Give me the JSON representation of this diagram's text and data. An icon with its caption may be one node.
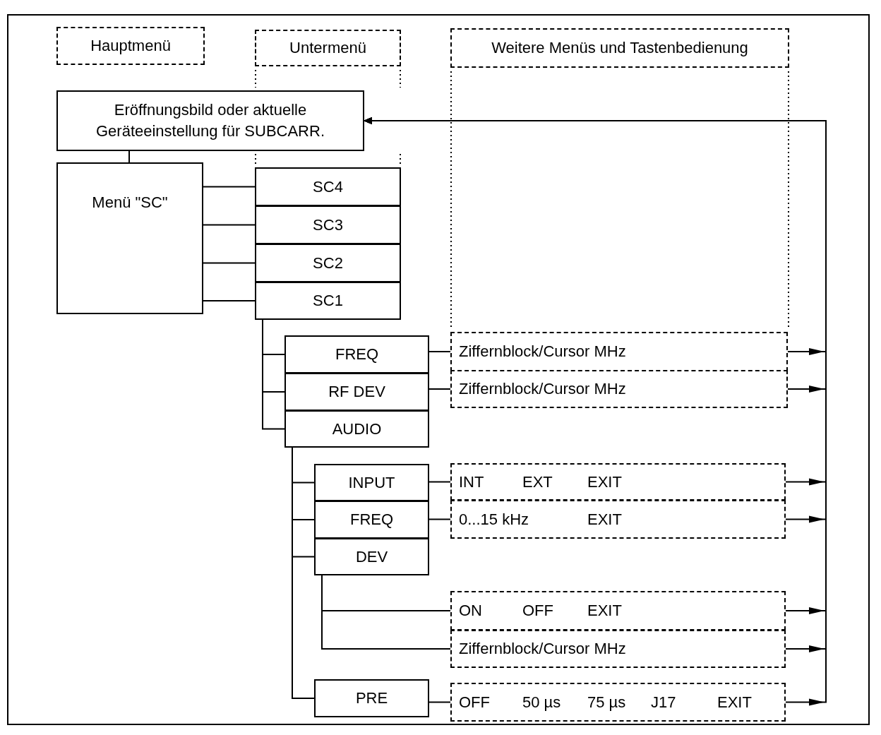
{
  "diagram": {
    "nodes": [
      {
        "text": [
          "Hauptmenü"
        ]
      },
      {
        "text": [
          "Untermenü"
        ]
      },
      {
        "text": [
          "Weitere Menüs und Tastenbedienung"
        ]
      },
      {
        "text": [
          "Eröffnungsbild oder aktuelle Geräteeinstellung für SUBCARR."
        ]
      },
      {
        "text": [
          "Menü \"SC\""
        ]
      },
      {
        "text": [
          "SC4"
        ]
      },
      {
        "text": [
          "SC3"
        ]
      },
      {
        "text": [
          "SC2"
        ]
      },
      {
        "text": [
          "SC1"
        ]
      },
      {
        "text": [
          "FREQ"
        ]
      },
      {
        "text": [
          "RF DEV"
        ]
      },
      {
        "text": [
          "AUDIO"
        ]
      },
      {
        "text": [
          "Ziffernblock/Cursor MHz"
        ]
      },
      {
        "text": [
          "Ziffernblock/Cursor MHz"
        ]
      },
      {
        "text": [
          "INPUT"
        ]
      },
      {
        "text": [
          "FREQ"
        ]
      },
      {
        "text": [
          "DEV"
        ]
      },
      {
        "text": [
          "INT",
          "EXT",
          "EXIT"
        ]
      },
      {
        "text": [
          "0...15 kHz",
          "EXIT"
        ]
      },
      {
        "text": [
          "ON",
          "OFF",
          "EXIT"
        ]
      },
      {
        "text": [
          "Ziffernblock/Cursor MHz"
        ]
      },
      {
        "text": [
          "PRE"
        ]
      },
      {
        "text": [
          "OFF",
          "50 µs",
          "75 µs",
          "J17",
          "EXIT"
        ]
      }
    ],
    "edges": [
      {
        "from": 3,
        "to": 4,
        "arrow": "none"
      },
      {
        "from": 4,
        "to": 5,
        "arrow": "none"
      },
      {
        "from": 4,
        "to": 6,
        "arrow": "none"
      },
      {
        "from": 4,
        "to": 7,
        "arrow": "none"
      },
      {
        "from": 4,
        "to": 8,
        "arrow": "none"
      },
      {
        "from": 8,
        "to": 9,
        "arrow": "none"
      },
      {
        "from": 8,
        "to": 10,
        "arrow": "none"
      },
      {
        "from": 8,
        "to": 11,
        "arrow": "none"
      },
      {
        "from": 9,
        "to": 12,
        "arrow": "none"
      },
      {
        "from": 10,
        "to": 13,
        "arrow": "none"
      },
      {
        "from": 11,
        "to": 14,
        "arrow": "none"
      },
      {
        "from": 11,
        "to": 15,
        "arrow": "none"
      },
      {
        "from": 11,
        "to": 16,
        "arrow": "none"
      },
      {
        "from": 11,
        "to": 21,
        "arrow": "none"
      },
      {
        "from": 14,
        "to": 17,
        "arrow": "none"
      },
      {
        "from": 15,
        "to": 18,
        "arrow": "none"
      },
      {
        "from": 16,
        "to": 19,
        "arrow": "none"
      },
      {
        "from": 16,
        "to": 20,
        "arrow": "none"
      },
      {
        "from": 21,
        "to": 22,
        "arrow": "none"
      },
      {
        "from": 12,
        "to": 3,
        "arrow": "to"
      },
      {
        "from": 13,
        "to": 3,
        "arrow": "to"
      },
      {
        "from": 17,
        "to": 3,
        "arrow": "to"
      },
      {
        "from": 18,
        "to": 3,
        "arrow": "to"
      },
      {
        "from": 19,
        "to": 3,
        "arrow": "to"
      },
      {
        "from": 20,
        "to": 3,
        "arrow": "to"
      },
      {
        "from": 22,
        "to": 3,
        "arrow": "to"
      }
    ]
  }
}
